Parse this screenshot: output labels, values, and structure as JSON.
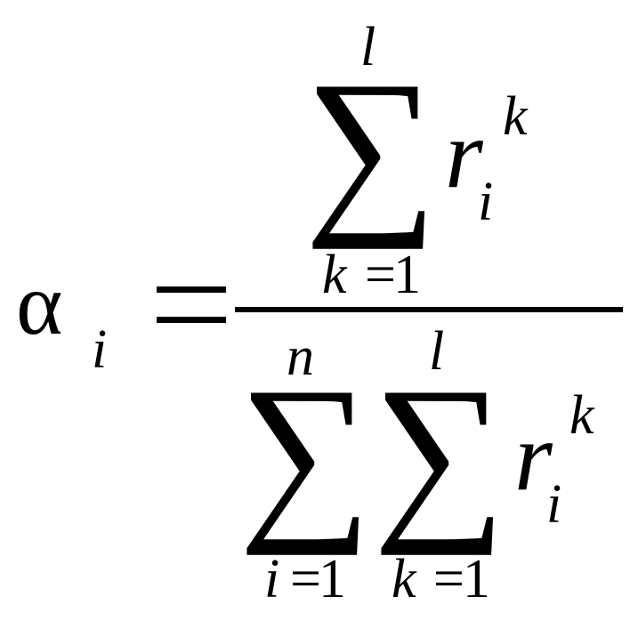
{
  "formula": {
    "lhs": {
      "symbol": "α",
      "subscript": "i"
    },
    "equals": "=",
    "numerator": {
      "sum": {
        "operator": "∑",
        "upper": "l",
        "lower_var": "k",
        "lower_eq": "=",
        "lower_val": "1"
      },
      "term": {
        "base": "r",
        "subscript": "i",
        "superscript": "k"
      }
    },
    "denominator": {
      "outer_sum": {
        "operator": "∑",
        "upper": "n",
        "lower_var": "i",
        "lower_eq": "=",
        "lower_val": "1"
      },
      "inner_sum": {
        "operator": "∑",
        "upper": "l",
        "lower_var": "k",
        "lower_eq": "=",
        "lower_val": "1"
      },
      "term": {
        "base": "r",
        "subscript": "i",
        "superscript": "k"
      }
    }
  }
}
